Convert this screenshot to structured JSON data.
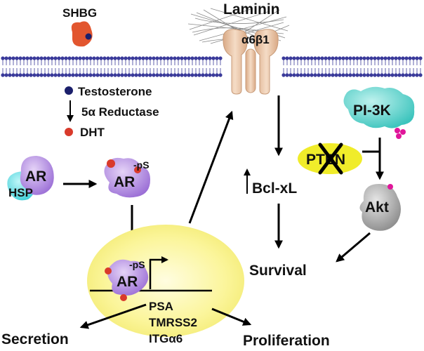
{
  "labels": {
    "shbg": "SHBG",
    "laminin": "Laminin",
    "integrin": "α6β1",
    "testosterone": "Testosterone",
    "reductase": "5α Reductase",
    "dht": "DHT",
    "pi3k": "PI-3K",
    "pten": "PTEN",
    "akt": "Akt",
    "bclxl": "Bcl-xL",
    "ar": "AR",
    "hsp": "HSP",
    "phospho": "-pS",
    "survival": "Survival",
    "secretion": "Secretion",
    "proliferation": "Proliferation",
    "psa": "PSA",
    "tmrss2": "TMRSS2",
    "itga6": "ITGα6"
  },
  "colors": {
    "membrane_head": "#3a3a9a",
    "shbg": "#e2562f",
    "testosterone": "#1b1f6b",
    "dht": "#d93a2b",
    "ar": "#b48be0",
    "hsp": "#5fe0e6",
    "nucleus": "#fbf7a8",
    "pi3k": "#5fd6d0",
    "pten": "#f0ec2a",
    "akt": "#a8a8a8",
    "integrin": "#e8c3a2",
    "phospho_dot": "#e0169a"
  }
}
